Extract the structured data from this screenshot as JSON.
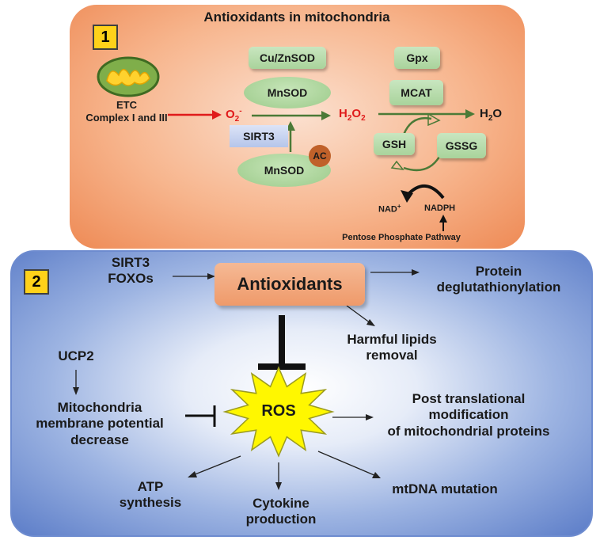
{
  "panel1": {
    "number": "1",
    "title": "Antioxidants in mitochondria",
    "etc_label_line1": "ETC",
    "etc_label_line2": "Complex I and III",
    "superoxide_base": "O",
    "superoxide_sub": "2",
    "superoxide_sup": "-",
    "cuzn_sod": "Cu/ZnSOD",
    "mnsod_top": "MnSOD",
    "sirt3": "SIRT3",
    "mnsod_bottom": "MnSOD",
    "ac": "AC",
    "h2o2_base": "H",
    "h2o2_sub1": "2",
    "h2o2_mid": "O",
    "h2o2_sub2": "2",
    "gpx": "Gpx",
    "mcat": "MCAT",
    "h2o_base": "H",
    "h2o_sub": "2",
    "h2o_end": "O",
    "gsh": "GSH",
    "gssg": "GSSG",
    "nad_base": "NAD",
    "nad_sup": "+",
    "nadph": "NADPH",
    "ppp": "Pentose Phosphate Pathway"
  },
  "panel2": {
    "number": "2",
    "sirt3_foxos_line1": "SIRT3",
    "sirt3_foxos_line2": "FOXOs",
    "antioxidants": "Antioxidants",
    "protein_line1": "Protein",
    "protein_line2": "deglutathionylation",
    "lipids_line1": "Harmful lipids",
    "lipids_line2": "removal",
    "ucp2": "UCP2",
    "mito_line1": "Mitochondria",
    "mito_line2": "membrane potential",
    "mito_line3": "decrease",
    "ros": "ROS",
    "ptm_line1": "Post translational",
    "ptm_line2": "modification",
    "ptm_line3": "of mitochondrial proteins",
    "atp_line1": "ATP",
    "atp_line2": "synthesis",
    "cytokine_line1": "Cytokine",
    "cytokine_line2": "production",
    "mtdna": "mtDNA mutation"
  }
}
